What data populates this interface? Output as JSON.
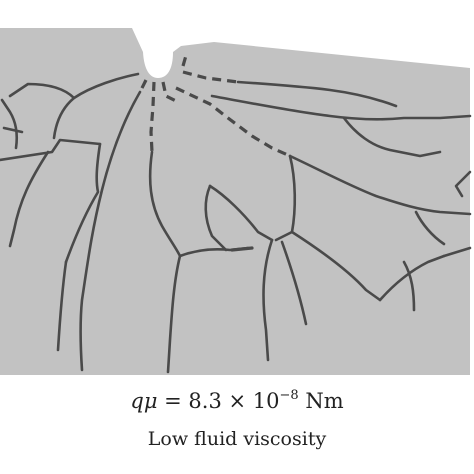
{
  "figure": {
    "panel_color": "#c2c2c2",
    "crack_color": "#4a4a4a",
    "background_color": "#ffffff",
    "caption": {
      "formula": {
        "var_q": "q",
        "var_mu": "μ",
        "equals_value": " = 8.3 × 10",
        "exponent": "−8",
        "unit": " Nm"
      },
      "label": "Low fluid viscosity"
    }
  }
}
